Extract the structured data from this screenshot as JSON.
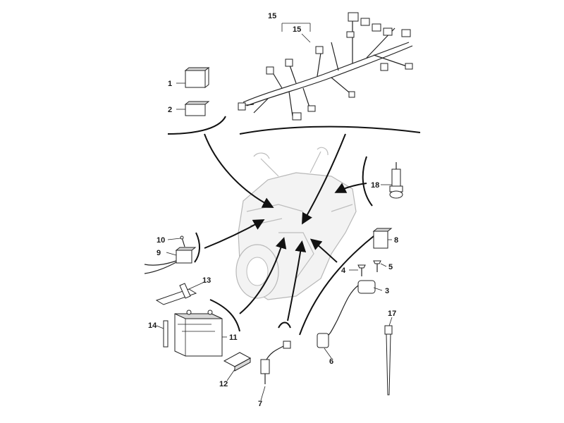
{
  "labels": {
    "p1": "1",
    "p2": "2",
    "p3": "3",
    "p4": "4",
    "p5": "5",
    "p6": "6",
    "p7": "7",
    "p8": "8",
    "p9": "9",
    "p10": "10",
    "p11": "11",
    "p12": "12",
    "p13": "13",
    "p14": "14",
    "p15a": "15",
    "p15b": "15",
    "p17": "17",
    "p18": "18"
  },
  "colors": {
    "ink": "#111111",
    "ghost": "#bdbdbd"
  }
}
